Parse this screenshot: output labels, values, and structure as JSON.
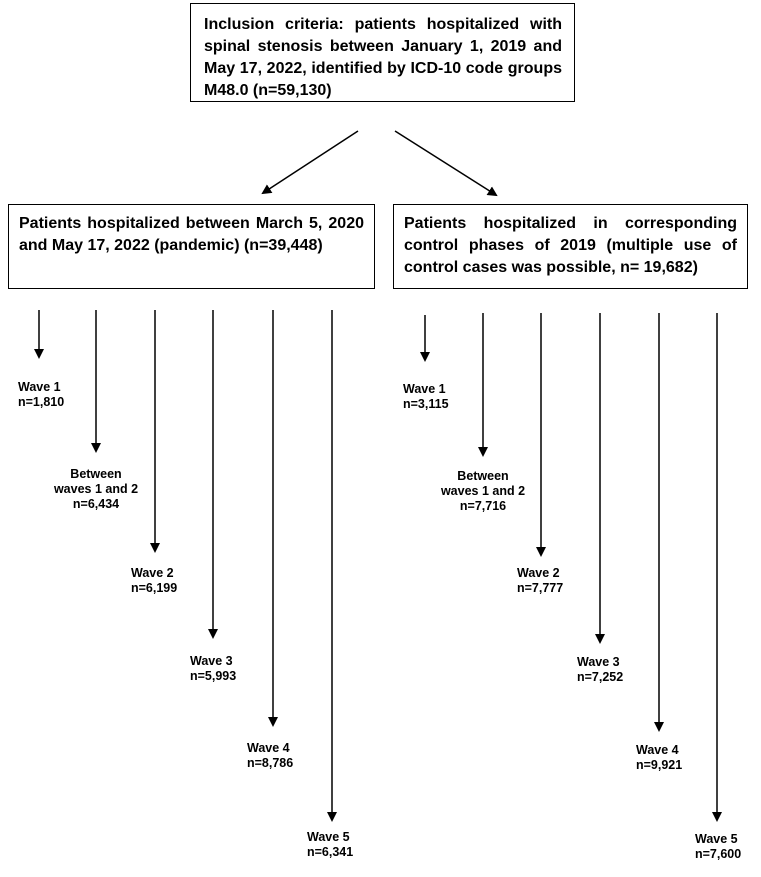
{
  "inclusion": {
    "text": "Inclusion criteria: patients hospitalized with spinal stenosis between January 1, 2019 and May 17, 2022, identified by ICD-10 code groups M48.0 (n=59,130)"
  },
  "pandemic": {
    "text": "Patients hospitalized between March 5, 2020 and May 17, 2022 (pandemic) (n=39,448)",
    "phases": [
      {
        "name": "Wave 1",
        "n": "n=1,810"
      },
      {
        "name": "Between waves 1 and 2",
        "line1": "Between",
        "line2": "waves 1 and 2",
        "n": "n=6,434"
      },
      {
        "name": "Wave 2",
        "n": "n=6,199"
      },
      {
        "name": "Wave 3",
        "n": "n=5,993"
      },
      {
        "name": "Wave 4",
        "n": "n=8,786"
      },
      {
        "name": "Wave 5",
        "n": "n=6,341"
      }
    ]
  },
  "control": {
    "text": "Patients hospitalized in corresponding control phases of 2019 (multiple use of control cases was possible, n= 19,682)",
    "phases": [
      {
        "name": "Wave 1",
        "n": "n=3,115"
      },
      {
        "name": "Between waves 1 and 2",
        "line1": "Between",
        "line2": "waves 1 and 2",
        "n": "n=7,716"
      },
      {
        "name": "Wave 2",
        "n": "n=7,777"
      },
      {
        "name": "Wave 3",
        "n": "n=7,252"
      },
      {
        "name": "Wave 4",
        "n": "n=9,921"
      },
      {
        "name": "Wave 5",
        "n": "n=7,600"
      }
    ]
  }
}
